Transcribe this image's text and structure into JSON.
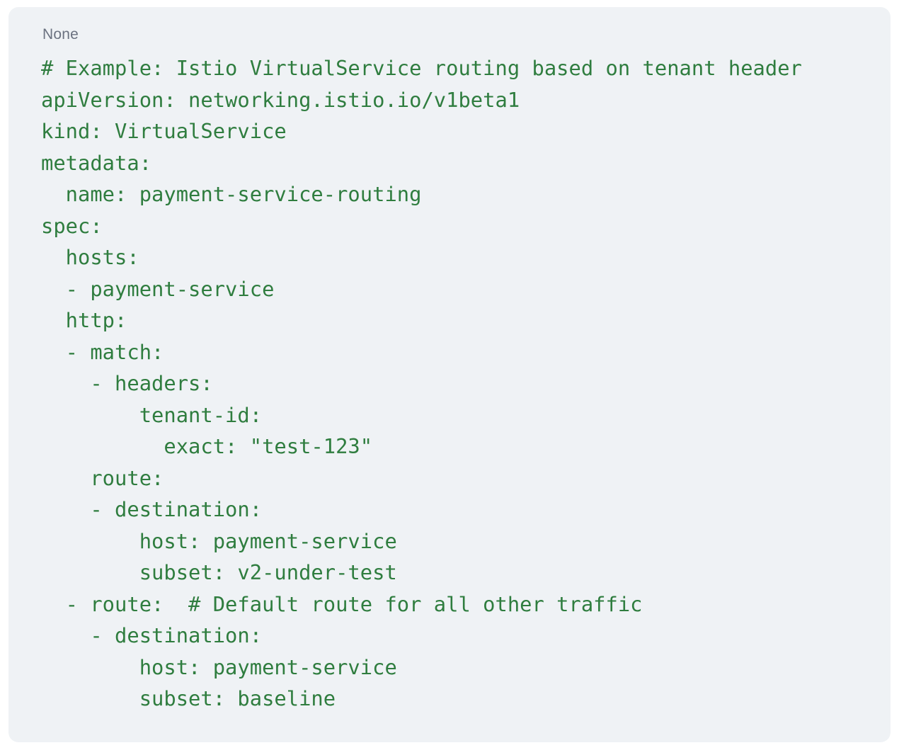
{
  "code_block": {
    "language_label": "None",
    "accent_color": "#2f7d3f",
    "card_background": "#eff2f5",
    "label_color": "#6b7280",
    "lines": [
      "# Example: Istio VirtualService routing based on tenant header",
      "apiVersion: networking.istio.io/v1beta1",
      "kind: VirtualService",
      "metadata:",
      "  name: payment-service-routing",
      "spec:",
      "  hosts:",
      "  - payment-service",
      "  http:",
      "  - match:",
      "    - headers:",
      "        tenant-id:",
      "          exact: \"test-123\"",
      "    route:",
      "    - destination:",
      "        host: payment-service",
      "        subset: v2-under-test",
      "  - route:  # Default route for all other traffic",
      "    - destination:",
      "        host: payment-service",
      "        subset: baseline"
    ]
  }
}
